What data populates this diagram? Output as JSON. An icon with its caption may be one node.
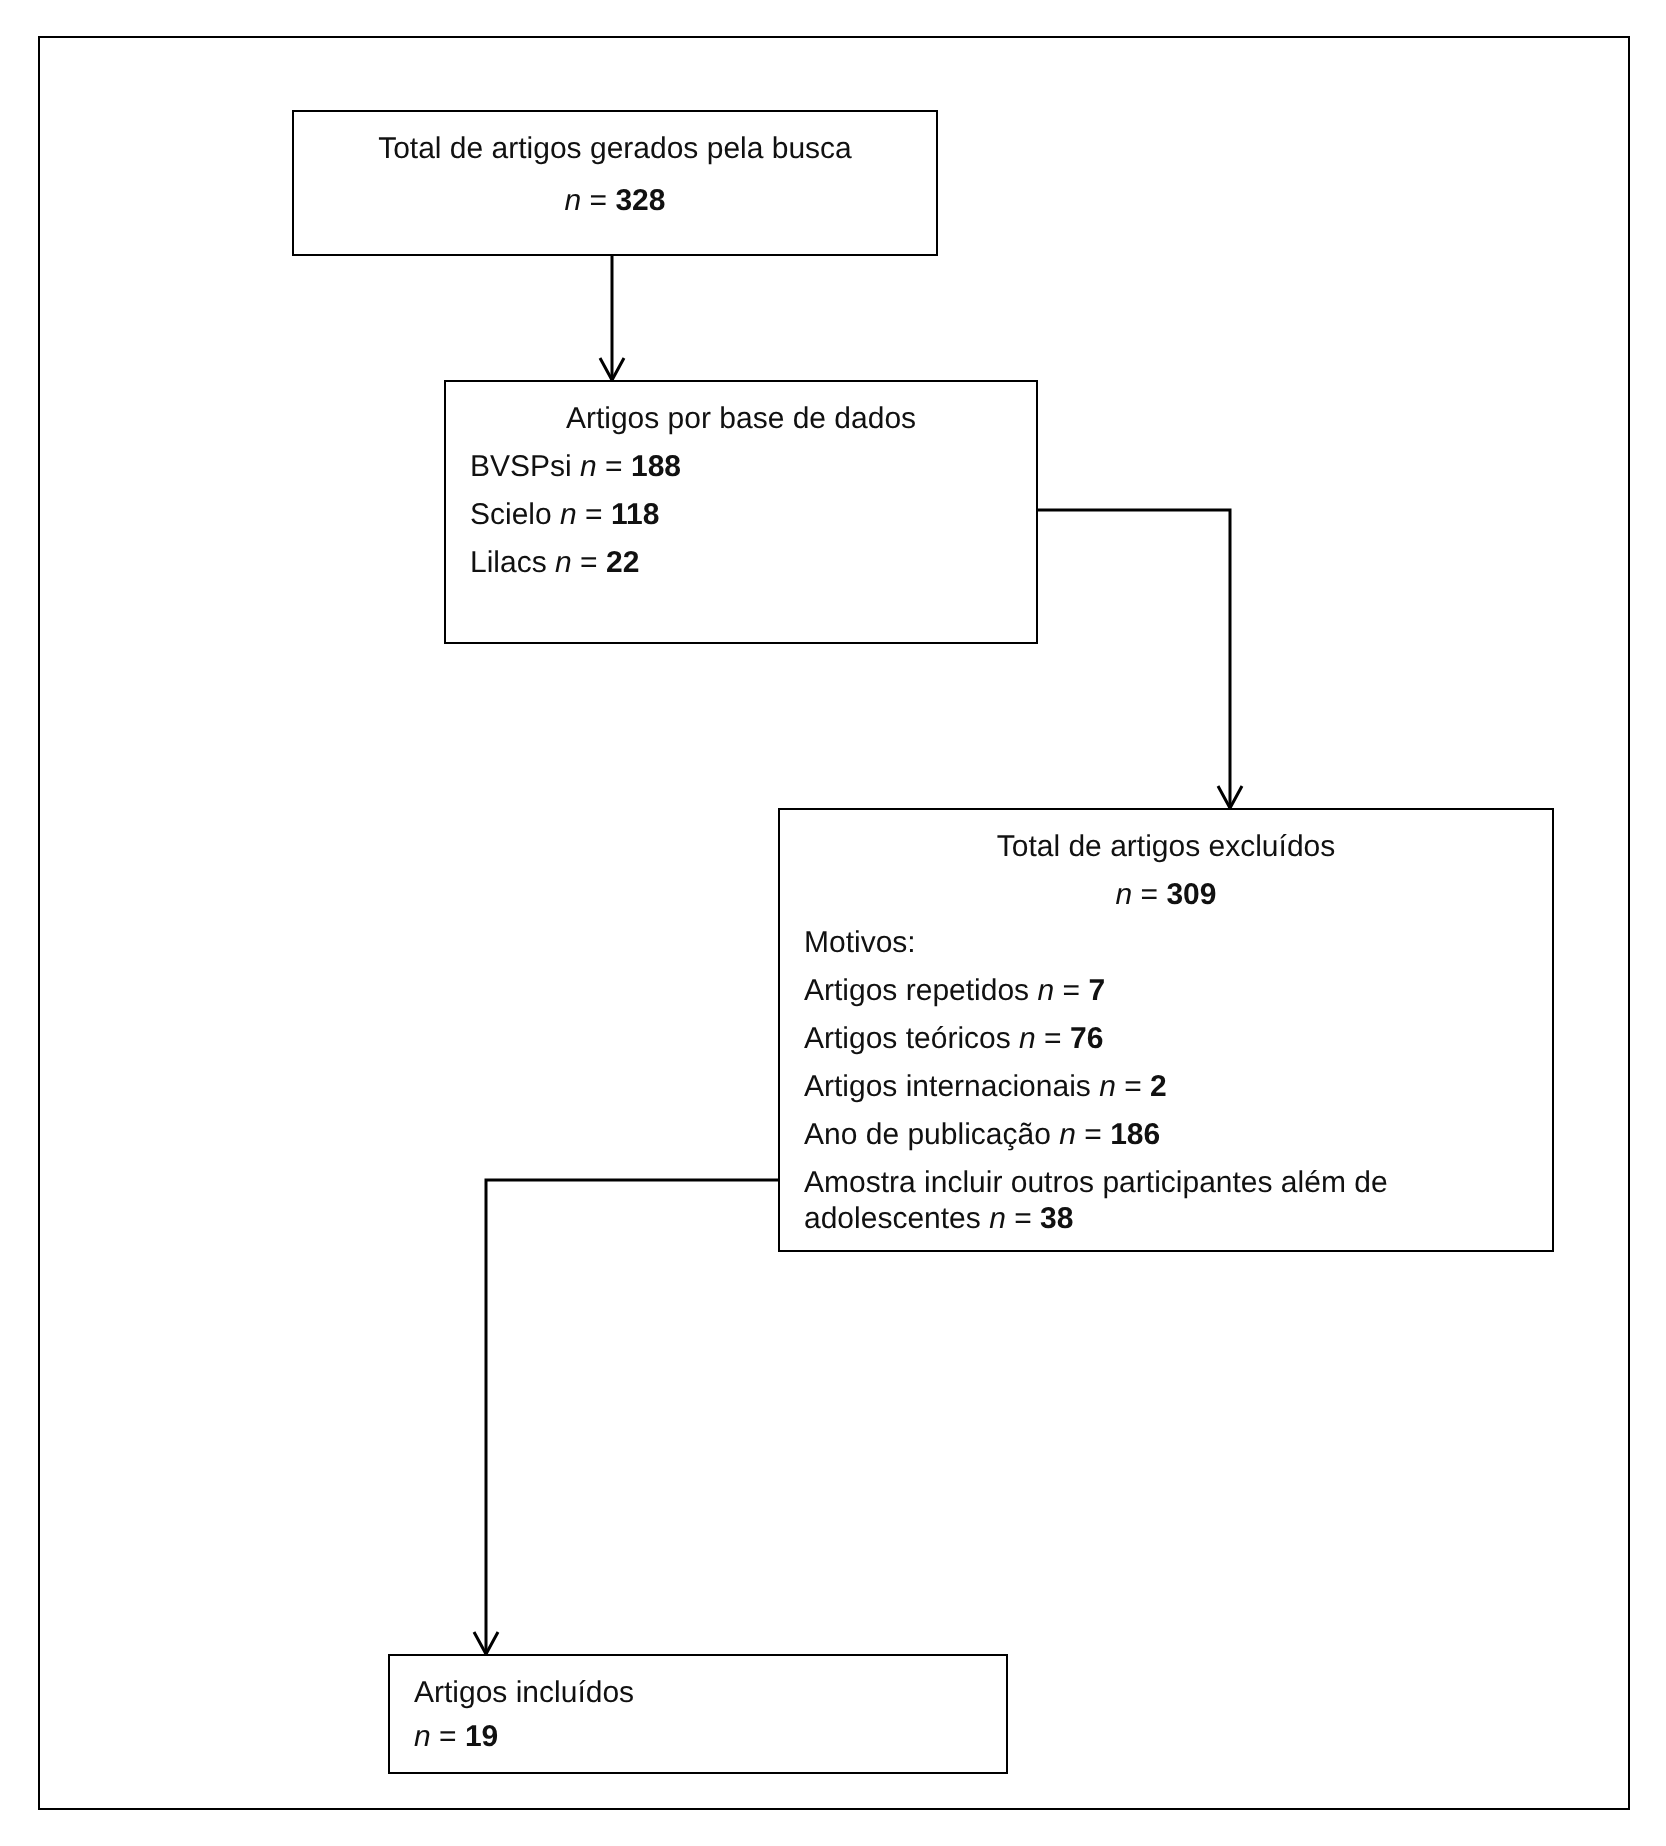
{
  "diagram": {
    "nodes": [
      {
        "text": [
          "Total de artigos gerados pela busca",
          "*n* = **328**"
        ]
      },
      {
        "text": [
          "Artigos por base de dados",
          "BVSPsi  *n* = **188**",
          "Scielo *n* = **118**",
          "Lilacs *n* = **22**"
        ]
      },
      {
        "text": [
          "Total de artigos excluídos",
          "*n* = **309**",
          "Motivos:",
          "Artigos repetidos *n* = **7**",
          "Artigos teóricos *n* = **76**",
          "Artigos internacionais *n* = **2**",
          "Ano de publicação *n* = **186**",
          "Amostra incluir outros participantes além de adolescentes *n* = **38**"
        ]
      },
      {
        "text": [
          "Artigos incluídos",
          "*n* = **19**"
        ]
      }
    ],
    "edges": [
      {
        "from": 0,
        "to": 1,
        "arrow": "to"
      },
      {
        "from": 1,
        "to": 2,
        "arrow": "to"
      },
      {
        "from": 2,
        "to": 3,
        "arrow": "to"
      }
    ]
  }
}
